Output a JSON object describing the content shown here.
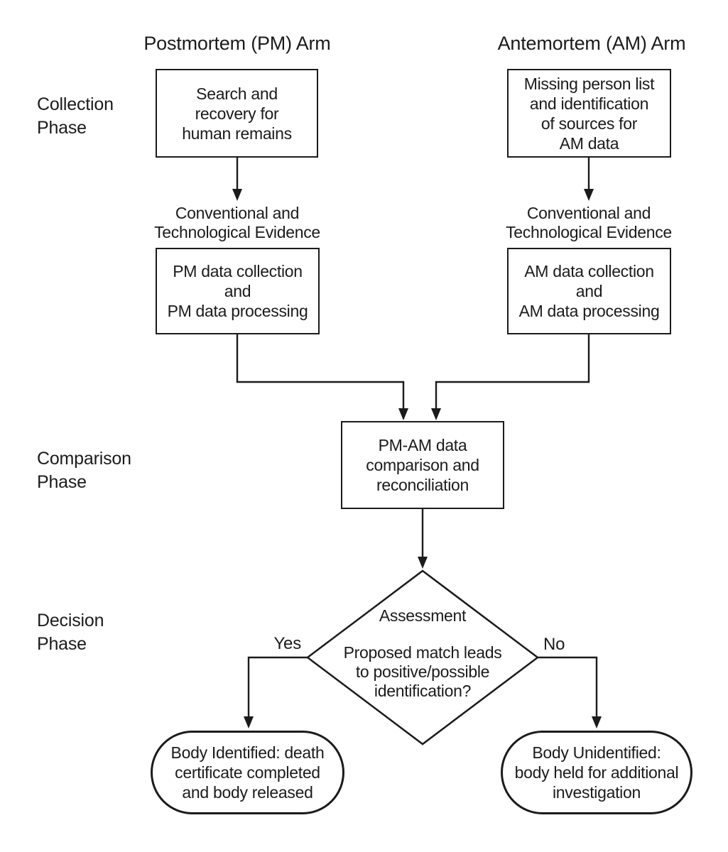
{
  "figure": {
    "kind": "flowchart",
    "ink_color": "#1b1b1b",
    "background_color": "#ffffff"
  },
  "arms": {
    "pm_title": "Postmortem (PM) Arm",
    "am_title": "Antemortem (AM) Arm"
  },
  "phases": {
    "collection": "Collection\nPhase",
    "comparison": "Comparison\nPhase",
    "decision": "Decision\nPhase"
  },
  "nodes": {
    "search_recovery": "Search and\nrecovery for\nhuman remains",
    "missing_person": "Missing person list\nand identification\nof sources for\nAM data",
    "evidence_pm": "Conventional and\nTechnological Evidence",
    "evidence_am": "Conventional and\nTechnological Evidence",
    "pm_data": "PM data collection\nand\nPM data processing",
    "am_data": "AM data collection\nand\nAM data processing",
    "comparison": "PM-AM data\ncomparison and\nreconciliation",
    "decision_title": "Assessment",
    "decision_question": "Proposed match leads\nto positive/possible\nidentification?",
    "body_identified": "Body Identified: death\ncertificate completed\nand body released",
    "body_unidentified": "Body Unidentified:\nbody held for additional\ninvestigation"
  },
  "branches": {
    "yes": "Yes",
    "no": "No"
  }
}
